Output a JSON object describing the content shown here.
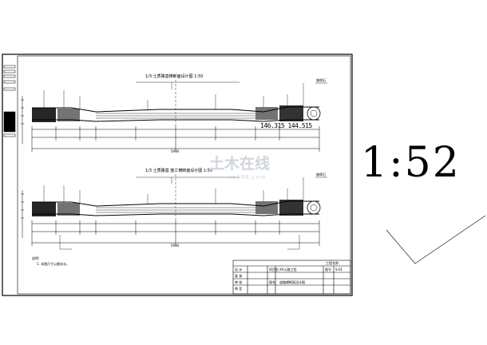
{
  "drawing": {
    "top_section_title": "1/3 土质路基横断面设计图 1:50",
    "bottom_section_title": "1/3 土质路基 施工横断面设计图 1:50",
    "top_total_width": "5930",
    "bottom_total_width": "5930",
    "top_dim_readout": "146.315  144.515",
    "notes_title": "说明：",
    "notes_line": "1. 本图尺寸以厘米计。",
    "legend_top_label": "路缘石",
    "legend_bottom_label": "路缘石"
  },
  "title_block": {
    "header": "工程名称",
    "project_label": "项目名",
    "project_value": "XX公路工程",
    "drawing_label": "图名",
    "drawing_value": "道路横断面设计图",
    "rows": [
      "设 计",
      "复 核",
      "审 核",
      "审 定"
    ],
    "sheet_label": "图号",
    "sheet_value": "S-01"
  },
  "scale": {
    "text": "1:52"
  },
  "watermark": {
    "main": "土木在线",
    "sub": "co188.com"
  },
  "colors": {
    "line": "#000000",
    "watermark": "#cfd6dc"
  }
}
